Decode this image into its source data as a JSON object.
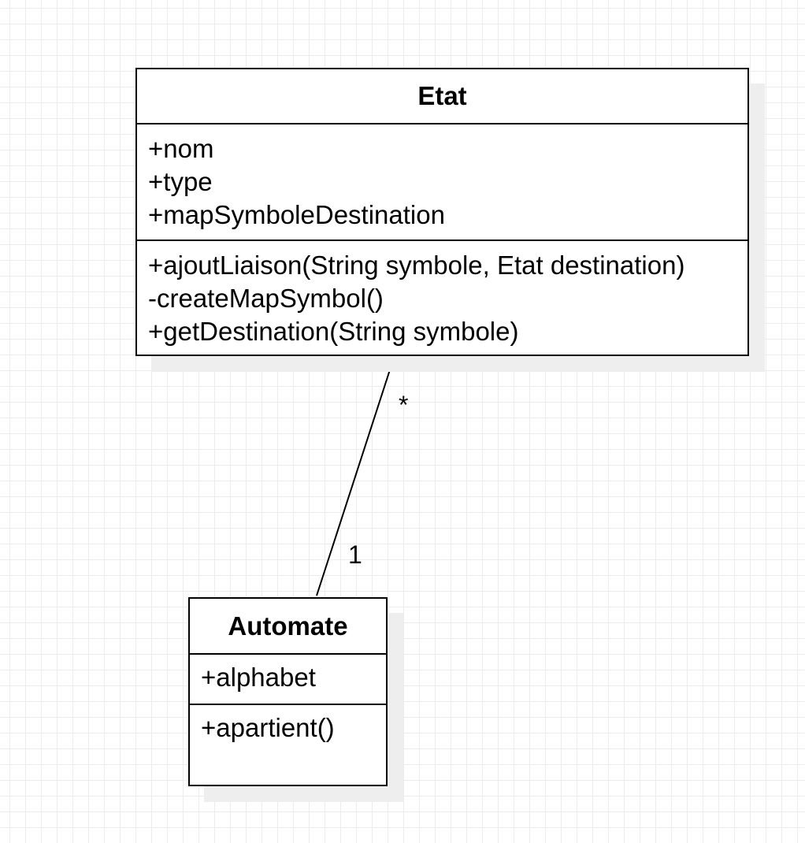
{
  "diagram": {
    "classes": [
      {
        "name": "Etat",
        "attributes": [
          "+nom",
          "+type",
          "+mapSymboleDestination"
        ],
        "methods": [
          "+ajoutLiaison(String symbole, Etat destination)",
          "-createMapSymbol()",
          "+getDestination(String symbole)"
        ]
      },
      {
        "name": "Automate",
        "attributes": [
          "+alphabet"
        ],
        "methods": [
          "+apartient()"
        ]
      }
    ],
    "association": {
      "from": "Automate",
      "to": "Etat",
      "multiplicity_etat": "*",
      "multiplicity_automate": "1"
    }
  }
}
